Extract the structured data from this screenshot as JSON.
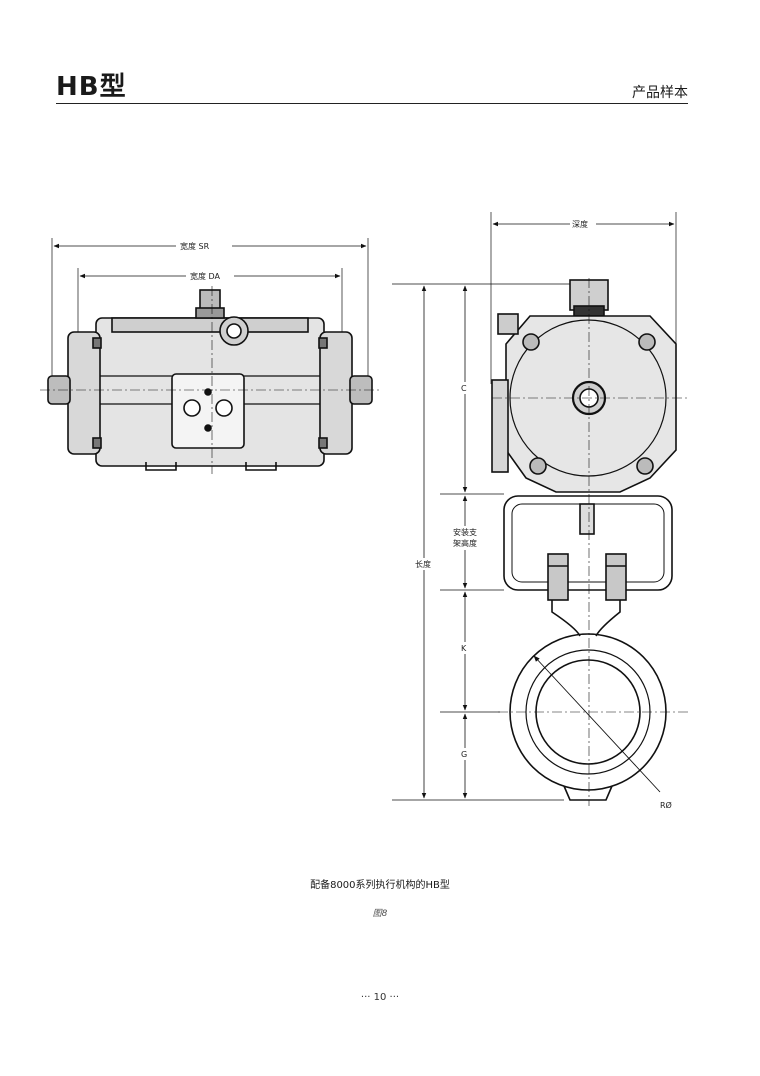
{
  "header": {
    "title": "HB型",
    "subtitle": "产品样本"
  },
  "left_view": {
    "width_sr": "宽度 SR",
    "width_da": "宽度 DA"
  },
  "right_view": {
    "depth": "深度",
    "dim_c": "C",
    "bracket_line1": "安装支",
    "bracket_line2": "架高度",
    "length": "长度",
    "dim_k": "K",
    "dim_g": "G",
    "radius": "RØ"
  },
  "caption": "配备8000系列执行机构的HB型",
  "figure_label": "图8",
  "page_number": "··· 10 ···"
}
